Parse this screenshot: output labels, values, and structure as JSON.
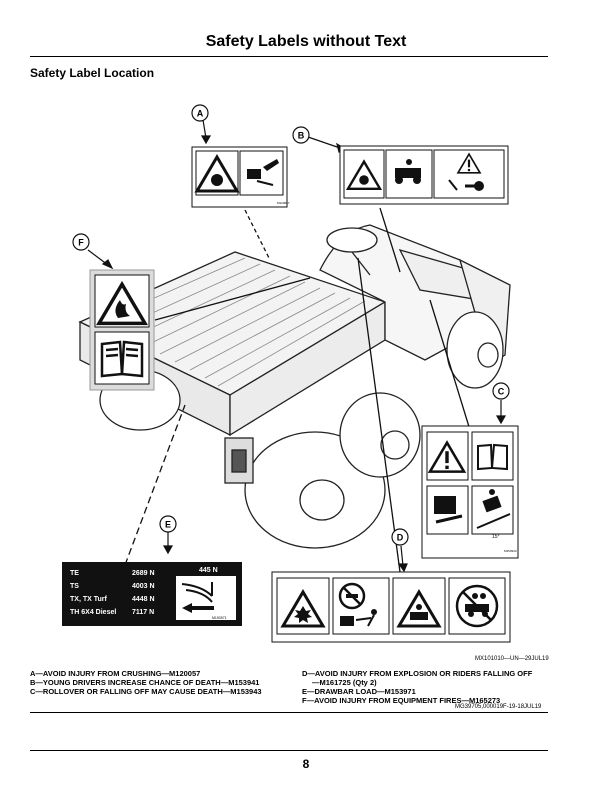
{
  "page": {
    "title": "Safety Labels without Text",
    "subtitle": "Safety Label Location",
    "page_number": "8"
  },
  "figure": {
    "callouts": [
      "A",
      "B",
      "C",
      "D",
      "E",
      "F"
    ],
    "figure_id": "MX101010—UN—29JUL19",
    "label_codes": {
      "a": "M120057",
      "c": "M153943",
      "e": "M153971"
    },
    "drawbar_table": {
      "rows": [
        {
          "model": "TE",
          "value": "2689 N"
        },
        {
          "model": "TS",
          "value": "4003 N"
        },
        {
          "model": "TX, TX Turf",
          "value": "4448 N"
        },
        {
          "model": "TH 6X4 Diesel",
          "value": "7117 N"
        }
      ],
      "max_load": "445 N",
      "code": "M153971"
    },
    "angle_label": "15°"
  },
  "captions": {
    "left": [
      "A—AVOID INJURY FROM CRUSHING—M120057",
      "B—YOUNG DRIVERS INCREASE CHANCE OF DEATH—M153941",
      "C—ROLLOVER OR FALLING OFF MAY CAUSE DEATH—M153943"
    ],
    "right": [
      "D—AVOID INJURY FROM EXPLOSION OR RIDERS FALLING OFF",
      "—M161725 (Qty 2)",
      "E—DRAWBAR LOAD—M153971",
      "F—AVOID INJURY FROM EQUIPMENT FIRES—M165273"
    ],
    "doc_id": "MG39705,000019F-19-18JUL19"
  },
  "colors": {
    "text": "#000000",
    "label_grey": "#dcdcdc",
    "sign_black": "#111111",
    "sign_white": "#ffffff"
  }
}
